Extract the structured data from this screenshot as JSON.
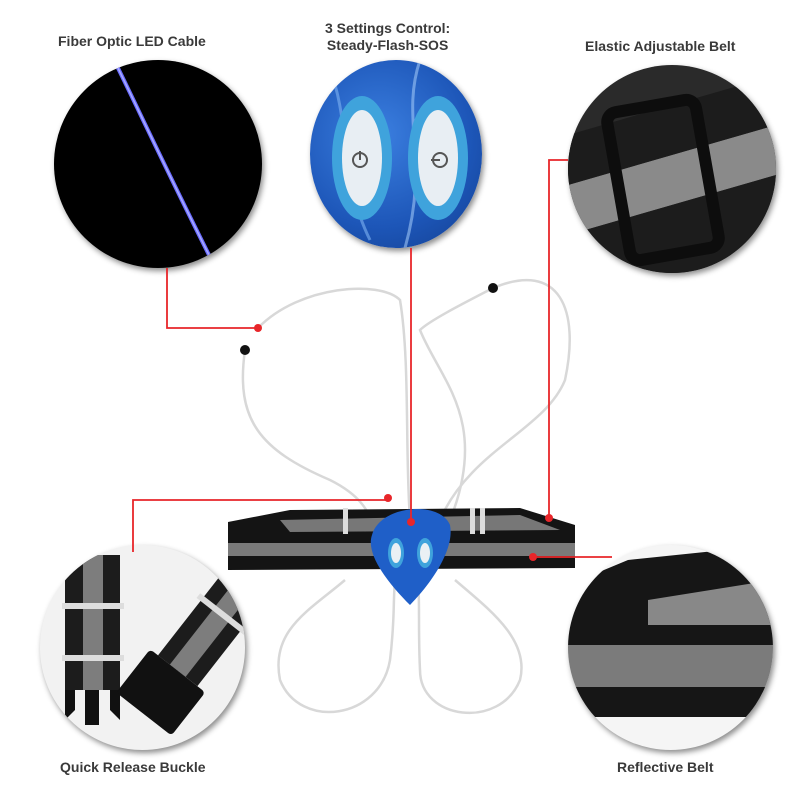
{
  "callouts": {
    "fiber_cable": {
      "label": "Fiber Optic LED Cable"
    },
    "control": {
      "label_line1": "3 Settings Control:",
      "label_line2": "Steady-Flash-SOS"
    },
    "elastic_belt": {
      "label": "Elastic Adjustable Belt"
    },
    "buckle": {
      "label": "Quick Release Buckle"
    },
    "reflective_belt": {
      "label": "Reflective Belt"
    }
  },
  "colors": {
    "leader_line": "#e8262a",
    "cable_glow": "#5a5cff",
    "control_blue": "#1f5fc8",
    "control_light_blue": "#3fa3dc",
    "belt_black": "#141414",
    "belt_reflective_gray": "#7a7a7a",
    "label_text": "#3a3a3a"
  }
}
